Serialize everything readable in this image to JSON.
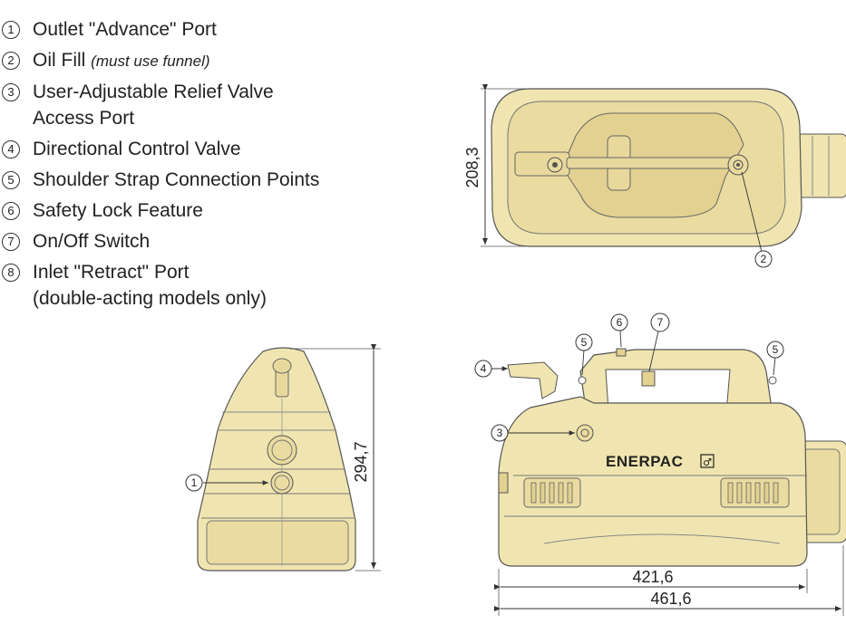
{
  "legend": {
    "items": [
      {
        "num": "1",
        "label": "Outlet \"Advance\" Port",
        "note": ""
      },
      {
        "num": "2",
        "label": "Oil Fill",
        "note": "(must use funnel)"
      },
      {
        "num": "3",
        "label": "User-Adjustable Relief Valve",
        "label2": "Access Port",
        "note": ""
      },
      {
        "num": "4",
        "label": "Directional Control Valve",
        "note": ""
      },
      {
        "num": "5",
        "label": "Shoulder Strap Connection Points",
        "note": ""
      },
      {
        "num": "6",
        "label": "Safety Lock Feature",
        "note": ""
      },
      {
        "num": "7",
        "label": "On/Off Switch",
        "note": ""
      },
      {
        "num": "8",
        "label": "Inlet \"Retract\" Port",
        "label2": "(double-acting models only)",
        "note": ""
      }
    ]
  },
  "dimensions": {
    "top_width": "208,3",
    "front_height": "294,7",
    "side_length_inner": "421,6",
    "side_length_outer": "461,6"
  },
  "callouts": {
    "top_view": [
      "2"
    ],
    "front_view": [
      "1"
    ],
    "side_view": [
      "6",
      "7",
      "5",
      "4",
      "5",
      "3"
    ]
  },
  "brand": {
    "name": "ENERPAC",
    "mark": "♂"
  },
  "colors": {
    "body_fill": "#f0e5b0",
    "body_fill_dark": "#e2d190",
    "line": "#555555"
  }
}
